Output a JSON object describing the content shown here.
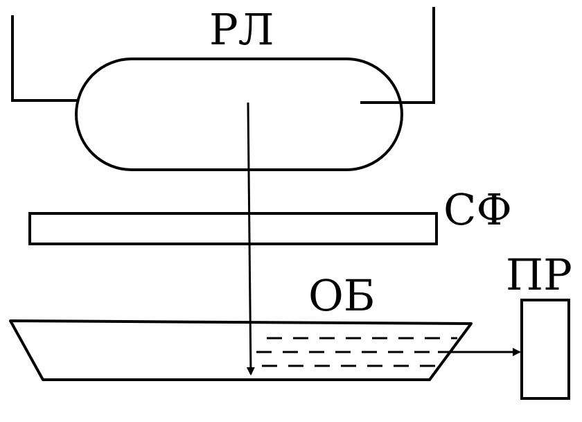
{
  "labels": {
    "lamp": "РЛ",
    "filter": "СФ",
    "sample": "ОБ",
    "receiver": "ПР"
  }
}
